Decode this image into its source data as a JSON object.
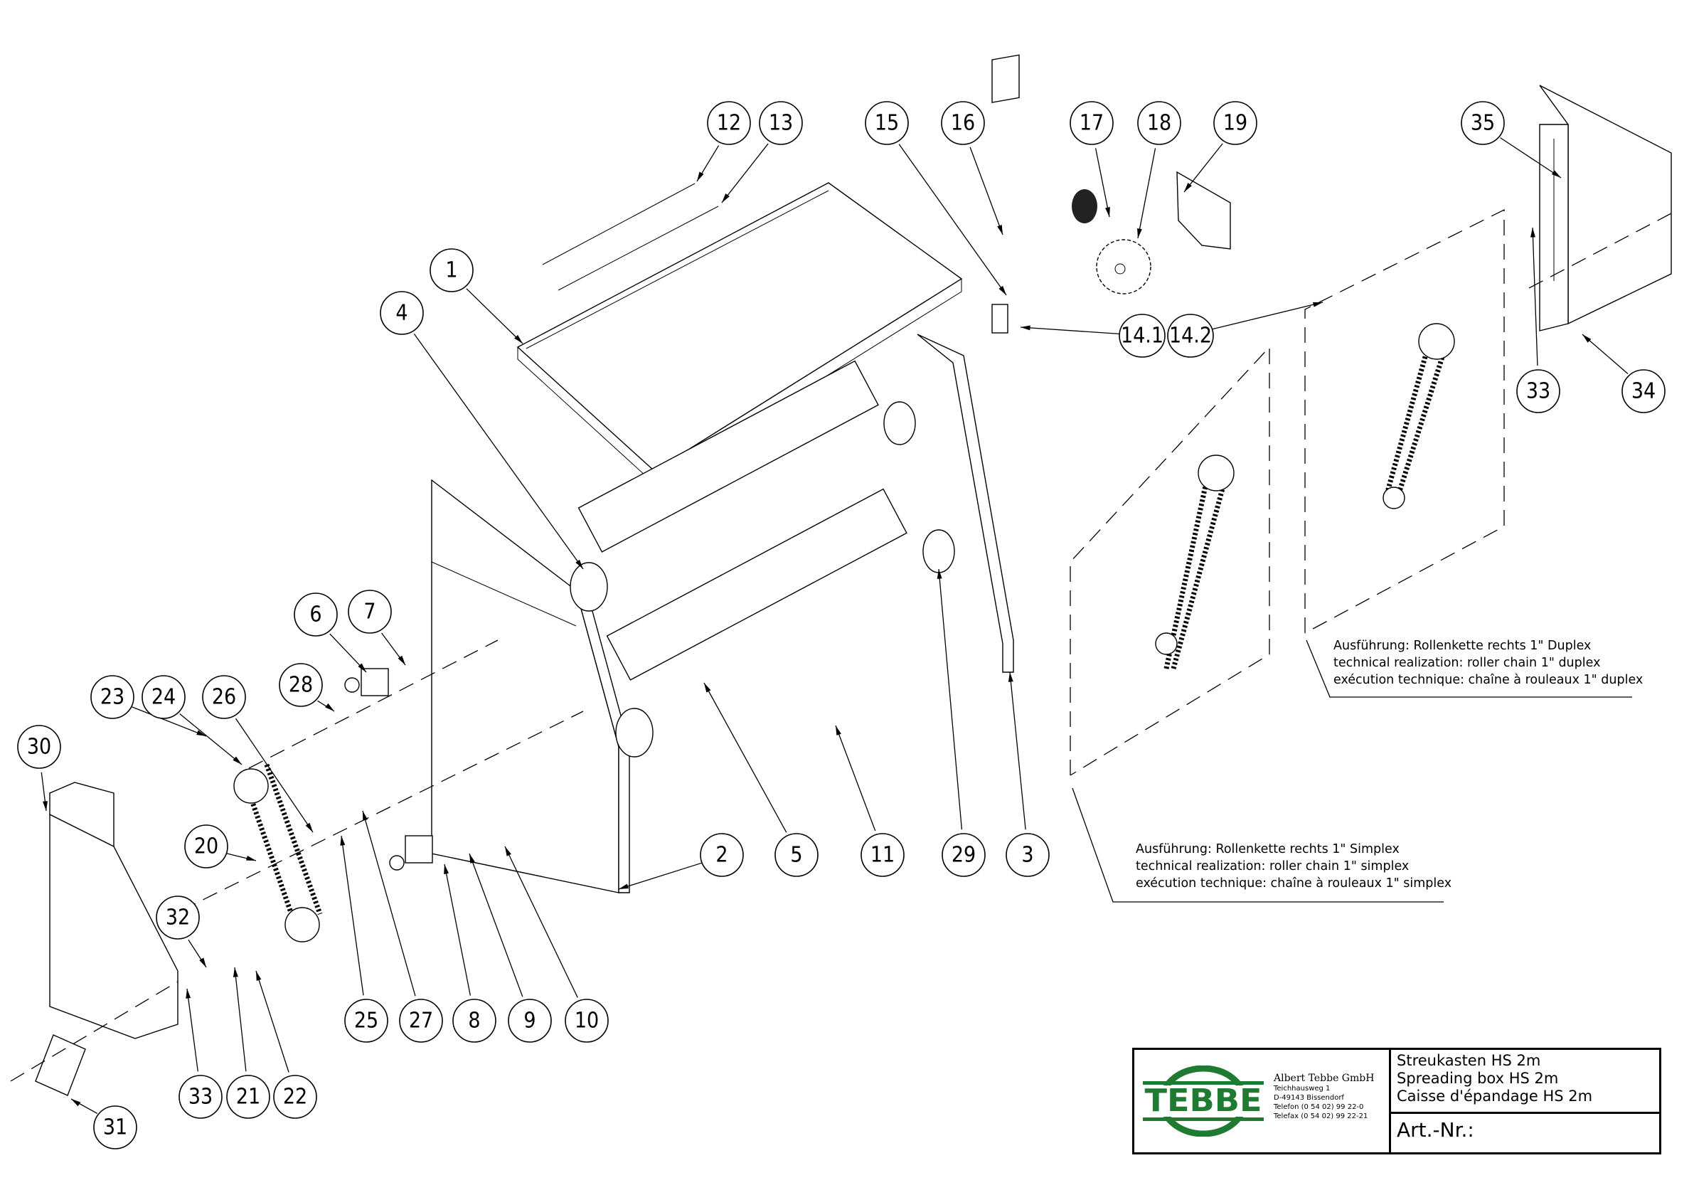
{
  "drawing": {
    "title_de": "Streukasten HS 2m",
    "title_en": "Spreading box HS 2m",
    "title_fr": "Caisse d'épandage HS 2m",
    "art_nr_label": "Art.-Nr.:",
    "art_nr_value": ""
  },
  "company": {
    "logo_text": "TEBBE",
    "logo_color": "#1f7a32",
    "name": "Albert Tebbe GmbH",
    "street": "Teichhausweg 1",
    "city": "D-49143 Bissendorf",
    "phone": "Telefon (0 54 02) 99 22-0",
    "fax": "Telefax (0 54 02) 99 22-21"
  },
  "notes": {
    "duplex": {
      "line_de": "Ausführung: Rollenkette rechts 1\" Duplex",
      "line_en": "technical realization: roller chain 1\" duplex",
      "line_fr": "exécution technique: chaîne à rouleaux 1\" duplex"
    },
    "simplex": {
      "line_de": "Ausführung: Rollenkette rechts 1\" Simplex",
      "line_en": "technical realization: roller chain 1\" simplex",
      "line_fr": "exécution technique: chaîne à rouleaux 1\" simplex"
    }
  },
  "callouts": [
    {
      "id": "1",
      "label": "1"
    },
    {
      "id": "2",
      "label": "2"
    },
    {
      "id": "3",
      "label": "3"
    },
    {
      "id": "4",
      "label": "4"
    },
    {
      "id": "5",
      "label": "5"
    },
    {
      "id": "6",
      "label": "6"
    },
    {
      "id": "7",
      "label": "7"
    },
    {
      "id": "8",
      "label": "8"
    },
    {
      "id": "9",
      "label": "9"
    },
    {
      "id": "10",
      "label": "10"
    },
    {
      "id": "11",
      "label": "11"
    },
    {
      "id": "12",
      "label": "12"
    },
    {
      "id": "13",
      "label": "13"
    },
    {
      "id": "14.1",
      "label": "14.1"
    },
    {
      "id": "14.2",
      "label": "14.2"
    },
    {
      "id": "15",
      "label": "15"
    },
    {
      "id": "16",
      "label": "16"
    },
    {
      "id": "17",
      "label": "17"
    },
    {
      "id": "18",
      "label": "18"
    },
    {
      "id": "19",
      "label": "19"
    },
    {
      "id": "20",
      "label": "20"
    },
    {
      "id": "21",
      "label": "21"
    },
    {
      "id": "22",
      "label": "22"
    },
    {
      "id": "23",
      "label": "23"
    },
    {
      "id": "24",
      "label": "24"
    },
    {
      "id": "25",
      "label": "25"
    },
    {
      "id": "26",
      "label": "26"
    },
    {
      "id": "27",
      "label": "27"
    },
    {
      "id": "28",
      "label": "28"
    },
    {
      "id": "29",
      "label": "29"
    },
    {
      "id": "30",
      "label": "30"
    },
    {
      "id": "31",
      "label": "31"
    },
    {
      "id": "32",
      "label": "32"
    },
    {
      "id": "33a",
      "label": "33"
    },
    {
      "id": "33b",
      "label": "33"
    },
    {
      "id": "34",
      "label": "34"
    },
    {
      "id": "35",
      "label": "35"
    }
  ]
}
